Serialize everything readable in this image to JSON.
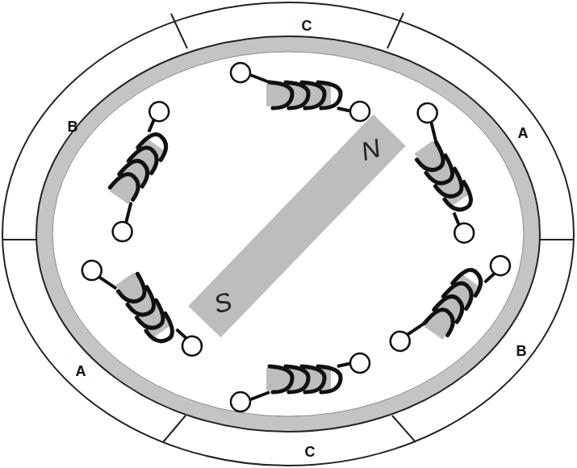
{
  "diagram": {
    "nodes": [
      {
        "text": [
          "N",
          "S"
        ]
      }
    ],
    "labels": [
      "C",
      "B",
      "A",
      "A",
      "B",
      "C"
    ]
  }
}
